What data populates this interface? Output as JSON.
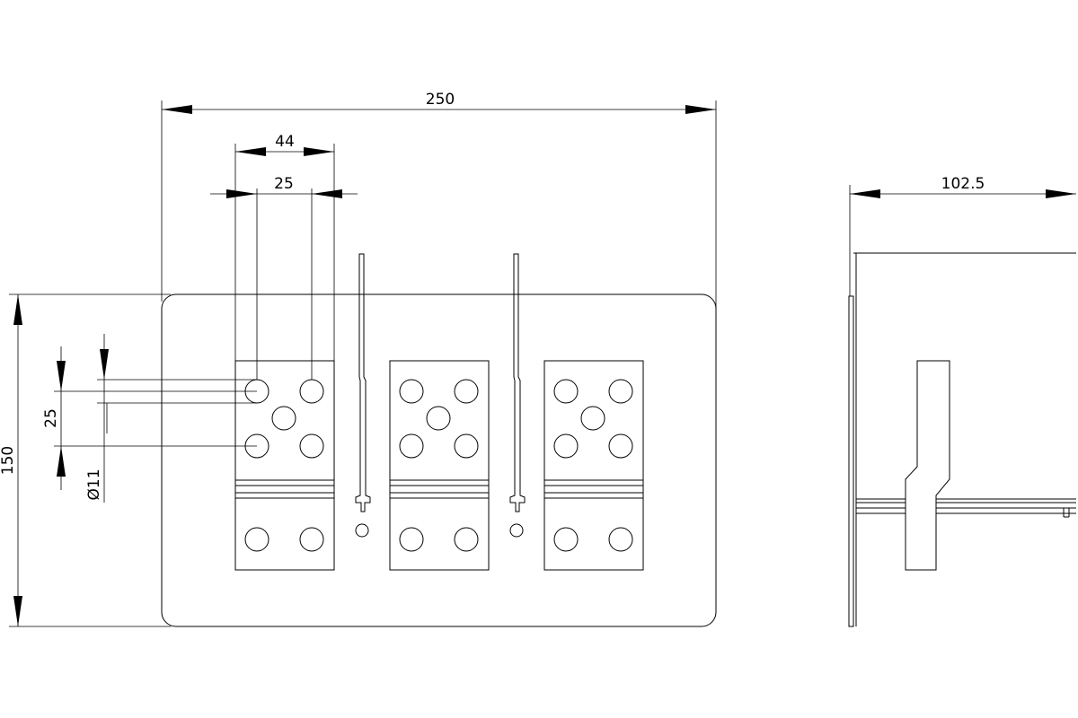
{
  "dimensions": {
    "overall_width": "250",
    "pad_width": "44",
    "hole_spacing_h": "25",
    "overall_height": "150",
    "hole_spacing_v": "25",
    "hole_diameter": "Ø11",
    "side_depth": "102.5"
  },
  "views": {
    "front": "front-view",
    "side": "side-view"
  }
}
